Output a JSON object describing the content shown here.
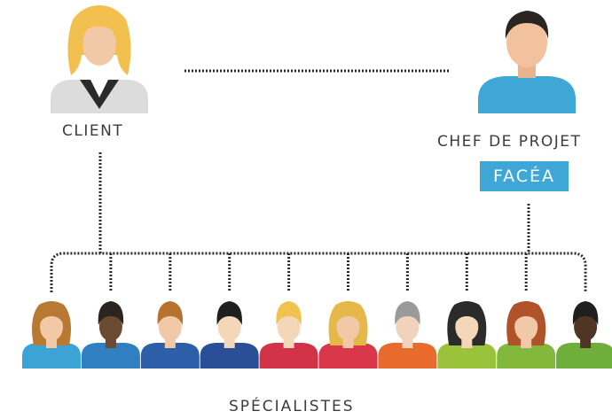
{
  "client": {
    "label": "CLIENT"
  },
  "project_lead": {
    "label": "CHEF DE PROJET",
    "company": "FACÉA"
  },
  "specialists": {
    "label": "SPÉCIALISTES",
    "people": [
      {
        "shirt": "#3ba3d5",
        "hair": "#b87a32",
        "skin": "#f2c9a7",
        "style": "long"
      },
      {
        "shirt": "#2f7fc1",
        "hair": "#2a2520",
        "skin": "#6b4a32",
        "style": "short"
      },
      {
        "shirt": "#2d5fa8",
        "hair": "#b8722f",
        "skin": "#f2c9a7",
        "style": "short"
      },
      {
        "shirt": "#2b4f97",
        "hair": "#1f1f1f",
        "skin": "#f4d6b8",
        "style": "short"
      },
      {
        "shirt": "#d33347",
        "hair": "#f0c24f",
        "skin": "#f4d6b8",
        "style": "short"
      },
      {
        "shirt": "#d8384a",
        "hair": "#e6b84a",
        "skin": "#f2c9a7",
        "style": "long"
      },
      {
        "shirt": "#e86a2c",
        "hair": "#9a9a9a",
        "skin": "#f1d3bd",
        "style": "short"
      },
      {
        "shirt": "#9bc23b",
        "hair": "#2b2b2b",
        "skin": "#f4d6b8",
        "style": "long"
      },
      {
        "shirt": "#84b83c",
        "hair": "#b0522a",
        "skin": "#f2c9a7",
        "style": "long"
      },
      {
        "shirt": "#6fae3a",
        "hair": "#1f1f1f",
        "skin": "#4e3525",
        "style": "short"
      }
    ]
  },
  "colors": {
    "connector": "#2a2a2a",
    "badge": "#3fa7d6",
    "text": "#3c3c3c"
  },
  "icons": {
    "client": "woman-person-icon",
    "project_lead": "man-person-icon",
    "specialist": "person-icon"
  }
}
